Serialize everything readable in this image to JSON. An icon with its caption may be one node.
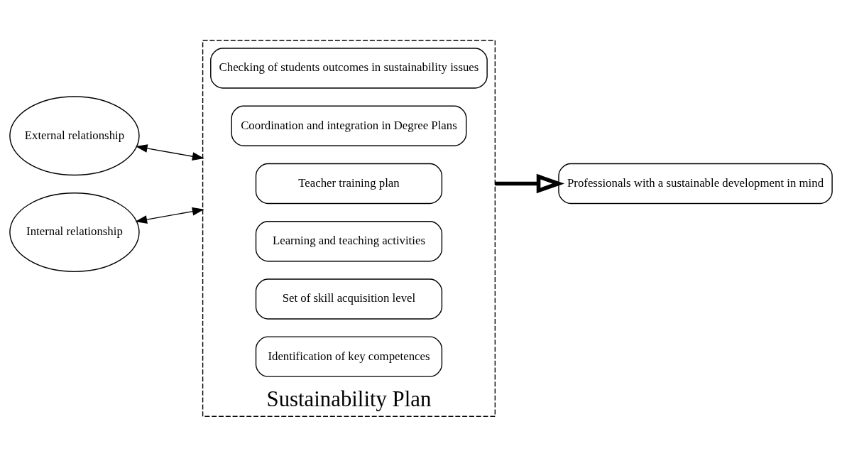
{
  "diagram": {
    "nodes": [
      {
        "text": [
          "Sustainability Plan"
        ]
      },
      {
        "text": [
          "Identification of key competences"
        ],
        "in": 0
      },
      {
        "text": [
          "Set of skill acquisition level"
        ],
        "in": 0
      },
      {
        "text": [
          "Learning and teaching activities"
        ],
        "in": 0
      },
      {
        "text": [
          "Teacher training plan"
        ],
        "in": 0
      },
      {
        "text": [
          "Coordination and integration in Degree Plans"
        ],
        "in": 0
      },
      {
        "text": [
          "Checking of students outcomes in sustainability issues"
        ],
        "in": 0
      },
      {
        "text": [
          "External relationship"
        ]
      },
      {
        "text": [
          "Internal relationship"
        ]
      },
      {
        "text": [
          "Professionals with a sustainable development in mind"
        ]
      }
    ],
    "edges": [
      {
        "from": 7,
        "to": 0,
        "arrow": "both"
      },
      {
        "from": 8,
        "to": 0,
        "arrow": "both"
      },
      {
        "from": 0,
        "to": 9,
        "arrow": "to",
        "style": "thick"
      }
    ]
  }
}
